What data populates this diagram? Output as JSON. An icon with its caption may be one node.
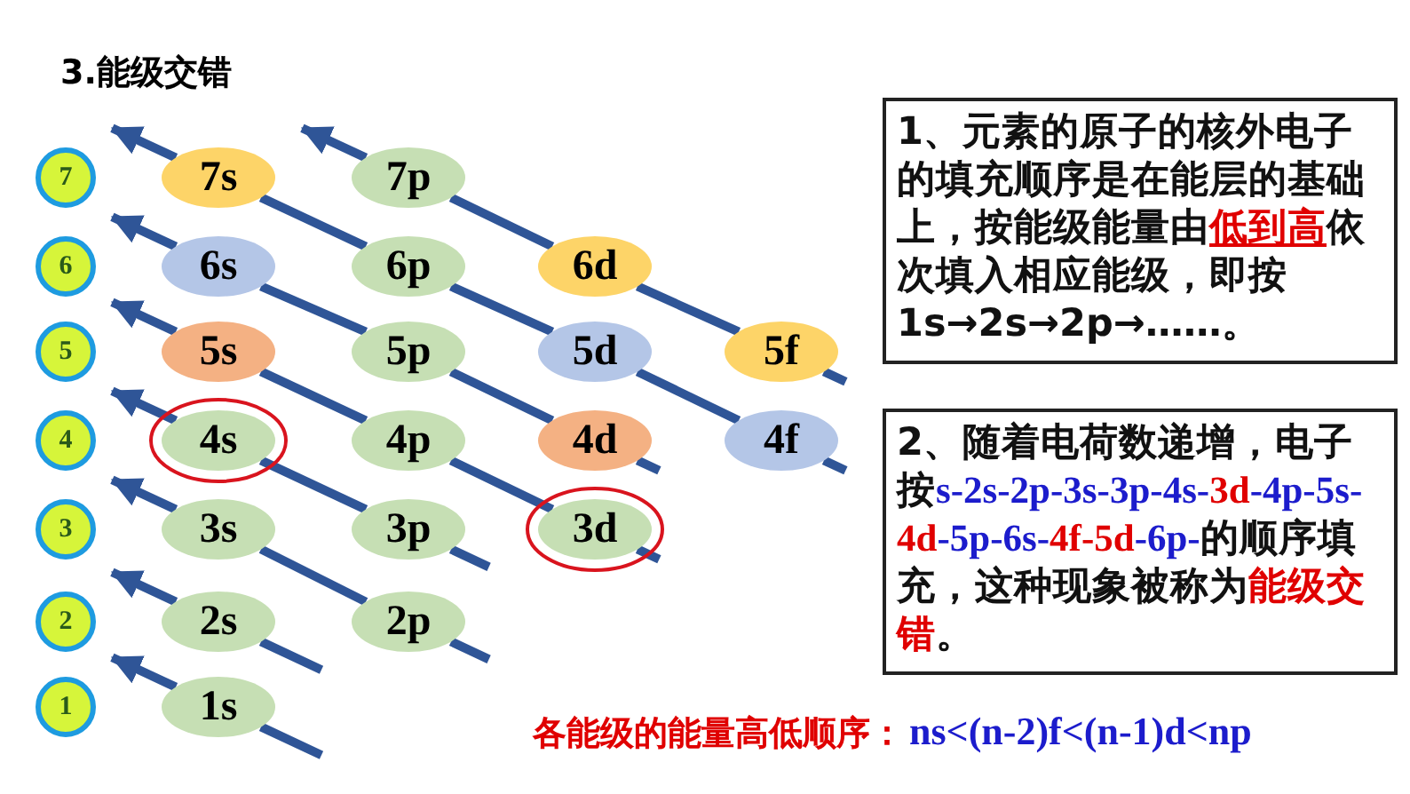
{
  "diagram": {
    "title": "3.能级交错",
    "nodes": [
      {
        "text": [
          "7"
        ]
      },
      {
        "text": [
          "6"
        ]
      },
      {
        "text": [
          "5"
        ]
      },
      {
        "text": [
          "4"
        ]
      },
      {
        "text": [
          "3"
        ]
      },
      {
        "text": [
          "2"
        ]
      },
      {
        "text": [
          "1"
        ]
      },
      {
        "text": [
          "7s"
        ]
      },
      {
        "text": [
          "7p"
        ]
      },
      {
        "text": [
          "6s"
        ]
      },
      {
        "text": [
          "6p"
        ]
      },
      {
        "text": [
          "6d"
        ]
      },
      {
        "text": [
          "5s"
        ]
      },
      {
        "text": [
          "5p"
        ]
      },
      {
        "text": [
          "5d"
        ]
      },
      {
        "text": [
          "5f"
        ]
      },
      {
        "text": [
          "4s"
        ]
      },
      {
        "text": [
          "4p"
        ]
      },
      {
        "text": [
          "4d"
        ]
      },
      {
        "text": [
          "4f"
        ]
      },
      {
        "text": [
          "3s"
        ]
      },
      {
        "text": [
          "3p"
        ]
      },
      {
        "text": [
          "3d"
        ]
      },
      {
        "text": [
          "2s"
        ]
      },
      {
        "text": [
          "2p"
        ]
      },
      {
        "text": [
          "1s"
        ]
      },
      {
        "text": [
          "1、元素的原子的核外电子的填充顺序是在能层的基础上，按能级能量由",
          "低到高",
          "依次填入相应能级，即按1s→2s→2p→……。"
        ]
      },
      {
        "text": [
          "2、随着电荷数递增，电子按",
          "s-2s-2p-3s-3p-4s-",
          "3d",
          "-4p-5s-",
          "4d",
          "-5p-6s-",
          "4f-5d",
          "-6p-",
          "的顺序填充，这种现象被称为",
          "能级交错",
          "。"
        ]
      }
    ],
    "edges": [
      {
        "from": null,
        "to": 25,
        "arrow": "none"
      },
      {
        "from": 25,
        "to": 5,
        "arrow": "to"
      },
      {
        "from": null,
        "to": 23,
        "arrow": "none"
      },
      {
        "from": 23,
        "to": 4,
        "arrow": "to"
      },
      {
        "from": null,
        "to": 24,
        "arrow": "none"
      },
      {
        "from": 24,
        "to": 20,
        "arrow": "none"
      },
      {
        "from": 20,
        "to": 3,
        "arrow": "to"
      },
      {
        "from": null,
        "to": 21,
        "arrow": "none"
      },
      {
        "from": 21,
        "to": 16,
        "arrow": "none"
      },
      {
        "from": 16,
        "to": 2,
        "arrow": "to"
      },
      {
        "from": null,
        "to": 22,
        "arrow": "none"
      },
      {
        "from": 22,
        "to": 17,
        "arrow": "none"
      },
      {
        "from": 17,
        "to": 12,
        "arrow": "none"
      },
      {
        "from": 12,
        "to": 1,
        "arrow": "to"
      },
      {
        "from": null,
        "to": 18,
        "arrow": "none"
      },
      {
        "from": 18,
        "to": 13,
        "arrow": "none"
      },
      {
        "from": 13,
        "to": 9,
        "arrow": "none"
      },
      {
        "from": 9,
        "to": 0,
        "arrow": "to"
      },
      {
        "from": null,
        "to": 19,
        "arrow": "none"
      },
      {
        "from": 19,
        "to": 14,
        "arrow": "none"
      },
      {
        "from": 14,
        "to": 10,
        "arrow": "none"
      },
      {
        "from": 10,
        "to": 7,
        "arrow": "none"
      },
      {
        "from": 7,
        "to": 0,
        "arrow": "to"
      },
      {
        "from": null,
        "to": 15,
        "arrow": "none"
      },
      {
        "from": 15,
        "to": 11,
        "arrow": "none"
      },
      {
        "from": 11,
        "to": 8,
        "arrow": "none"
      },
      {
        "from": 8,
        "to": 7,
        "arrow": "to"
      }
    ],
    "labels": [
      "各能级的能量高低顺序：",
      "ns<(n-2)f<(n-1)d<np"
    ]
  }
}
